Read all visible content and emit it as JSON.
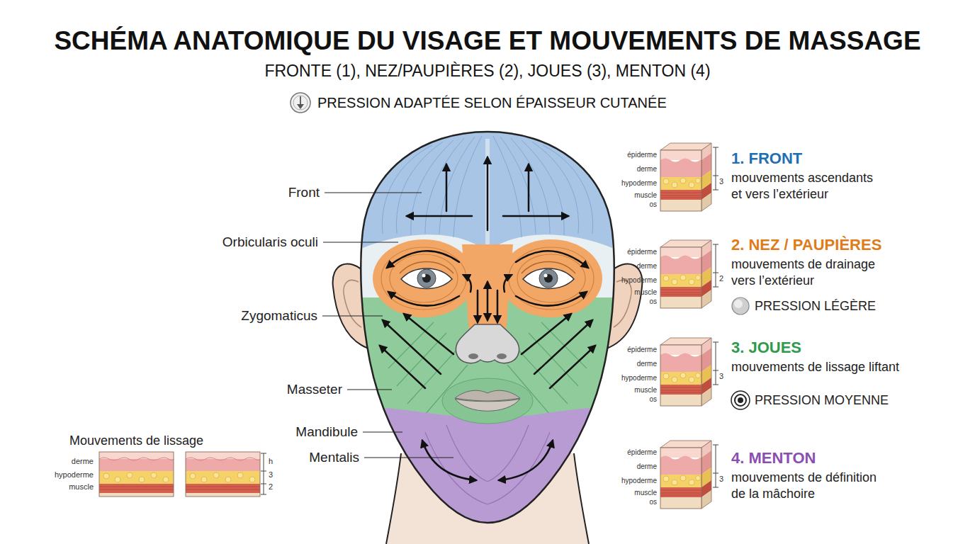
{
  "diagram": {
    "title": "SCHÉMA ANATOMIQUE DU VISAGE ET MOUVEMENTS DE MASSAGE",
    "labels": [
      "FRONTE (1), NEZ/PAUPIÈRES (2), JOUES (3), MENTON (4)",
      "PRESSION ADAPTÉE SELON ÉPAISSEUR CUTANÉE",
      "Front",
      "Orbicularis oculi",
      "Zygomaticus",
      "Masseter",
      "Mandibule",
      "Mentalis",
      "épiderme",
      "derme",
      "hypoderme",
      "muscle",
      "os",
      "3",
      "1. FRONT",
      "mouvements ascendants et vers l’extérieur",
      "épiderme",
      "derme",
      "hypoderme",
      "muscle",
      "os",
      "2",
      "2. NEZ / PAUPIÈRES",
      "mouvements de drainage vers l’extérieur",
      "PRESSION LÉGÈRE",
      "épiderme",
      "derme",
      "hypoderme",
      "muscle",
      "os",
      "3",
      "3. JOUES",
      "mouvements de lissage liftant",
      "PRESSION MOYENNE",
      "épiderme",
      "derme",
      "hypoderme",
      "muscle",
      "os",
      "3",
      "4. MENTON",
      "mouvements de définition de la mâchoire",
      "Mouvements de lissage",
      "derme",
      "hypoderme",
      "muscle",
      "h",
      "3",
      "2"
    ]
  }
}
